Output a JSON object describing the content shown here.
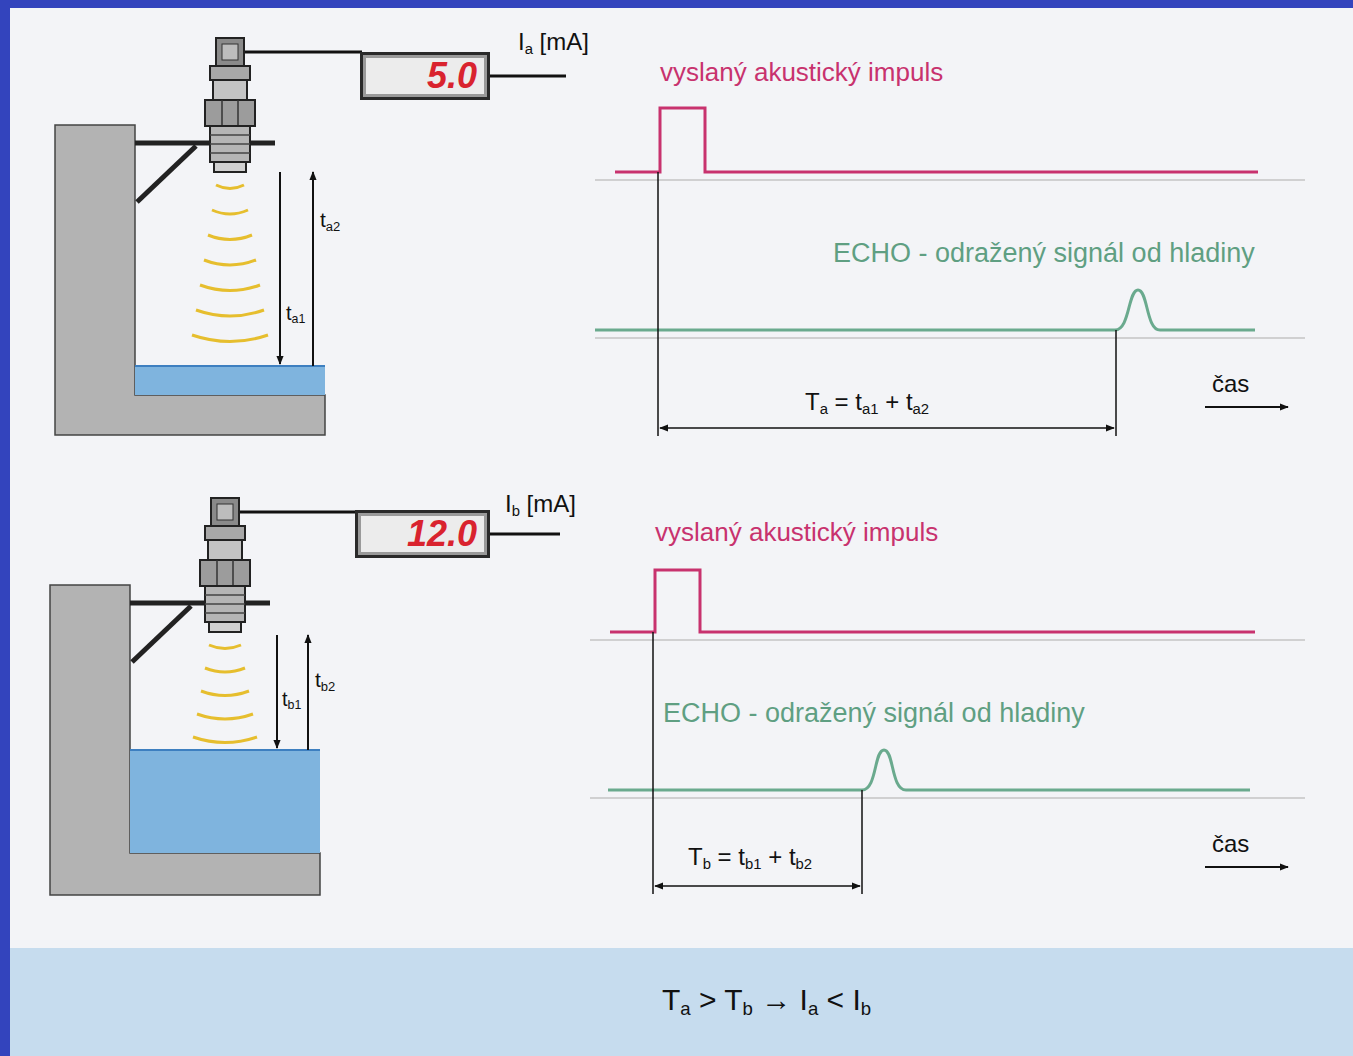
{
  "diagram": {
    "nodes": [
      {
        "text": [
          "5.0"
        ]
      },
      {
        "text": [
          "12.0"
        ]
      },
      {
        "text": [
          "Ta > Tb → Ia < Ib"
        ]
      }
    ],
    "labels": [
      "Ia [mA]",
      "vyslaný akustický impuls",
      "ta2",
      "ta1",
      "ECHO - odražený signál od hladiny",
      "Ta = ta1 + ta2",
      "čas",
      "Ib [mA]",
      "vyslaný akustický impuls",
      "tb2",
      "tb1",
      "ECHO - odražený signál od hladiny",
      "Tb = tb1 + tb2",
      "čas"
    ]
  }
}
